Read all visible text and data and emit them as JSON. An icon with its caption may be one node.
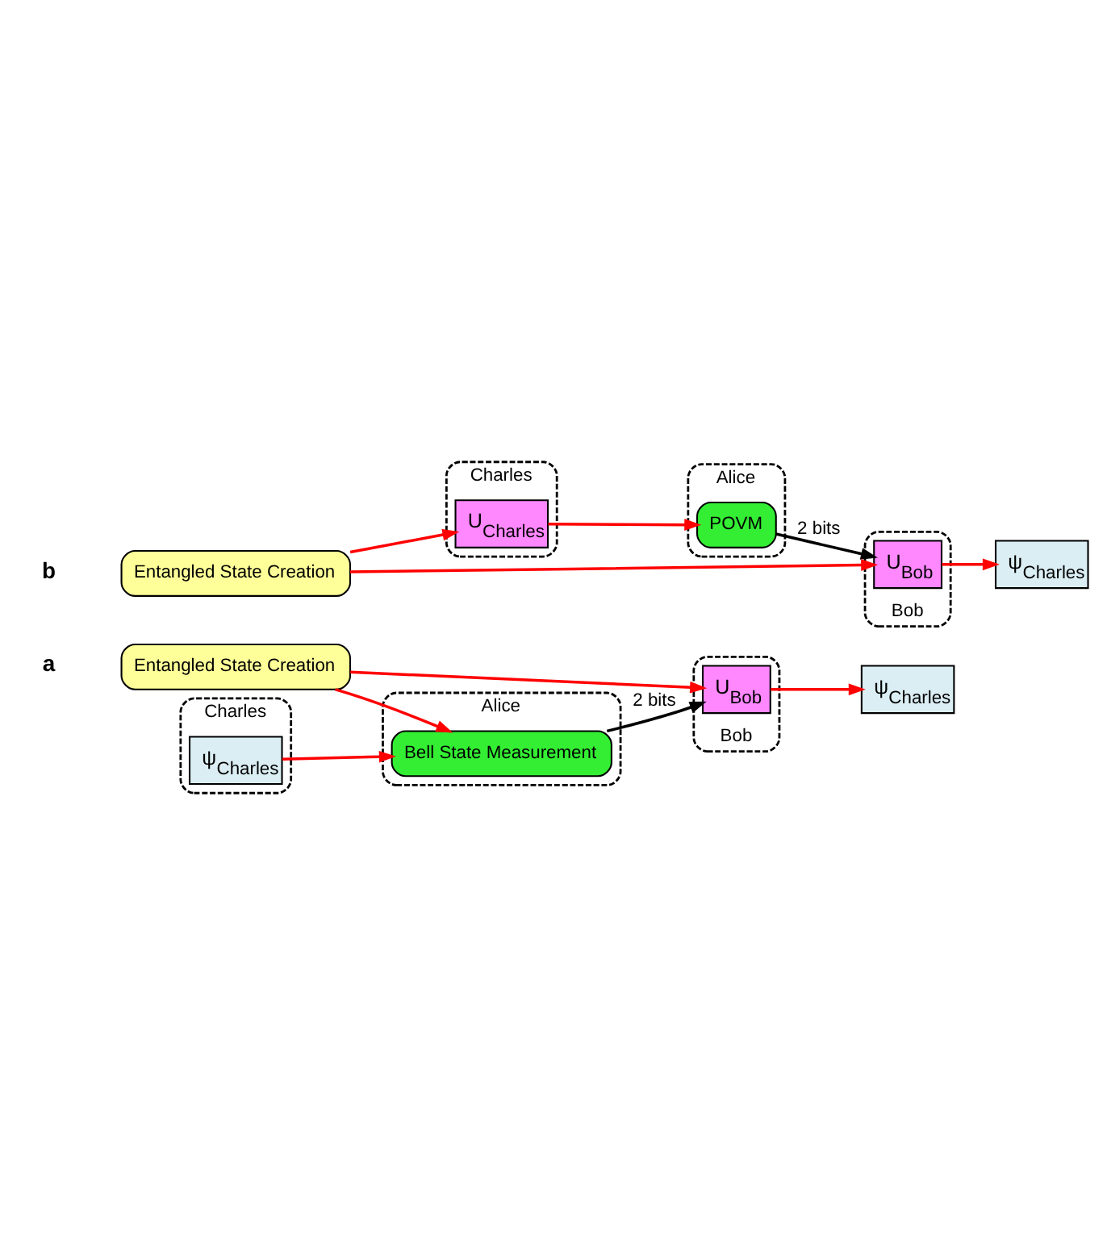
{
  "diagram": {
    "nodes": [
      {
        "text": [
          "Charles"
        ]
      },
      {
        "text": [
          "ψ$_{Charles}$"
        ],
        "in": 0
      },
      {
        "text": [
          "Alice"
        ]
      },
      {
        "text": [
          "Bell State Measurement"
        ],
        "in": 2
      },
      {
        "text": [
          "Entangled State Creation"
        ]
      },
      {
        "text": [
          "Bob"
        ]
      },
      {
        "text": [
          "U$_{Bob}$"
        ],
        "in": 5
      },
      {
        "text": [
          "ψ$_{Charles}$"
        ]
      },
      {
        "text": [
          "Charles"
        ]
      },
      {
        "text": [
          "U$_{Charles}$"
        ],
        "in": 8
      },
      {
        "text": [
          "Alice"
        ]
      },
      {
        "text": [
          "POVM"
        ],
        "in": 10
      },
      {
        "text": [
          "Entangled State Creation"
        ]
      },
      {
        "text": [
          "Bob"
        ]
      },
      {
        "text": [
          "U$_{Bob}$"
        ],
        "in": 13
      },
      {
        "text": [
          "ψ$_{Charles}$"
        ]
      }
    ],
    "edges": [
      {
        "from": 1,
        "to": 3,
        "arrow": "to"
      },
      {
        "from": 4,
        "to": 3,
        "arrow": "to"
      },
      {
        "from": 3,
        "to": 6,
        "arrow": "to",
        "label": "2 bits",
        "color": "#000000"
      },
      {
        "from": 4,
        "to": 6,
        "arrow": "to"
      },
      {
        "from": 6,
        "to": 7,
        "arrow": "to"
      },
      {
        "from": 12,
        "to": 9,
        "arrow": "to"
      },
      {
        "from": 9,
        "to": 11,
        "arrow": "to"
      },
      {
        "from": 11,
        "to": 14,
        "arrow": "to",
        "label": "2 bits",
        "color": "#000000"
      },
      {
        "from": 12,
        "to": 14,
        "arrow": "to"
      },
      {
        "from": 14,
        "to": 15,
        "arrow": "to"
      }
    ],
    "labels": [
      "a",
      "b"
    ]
  }
}
